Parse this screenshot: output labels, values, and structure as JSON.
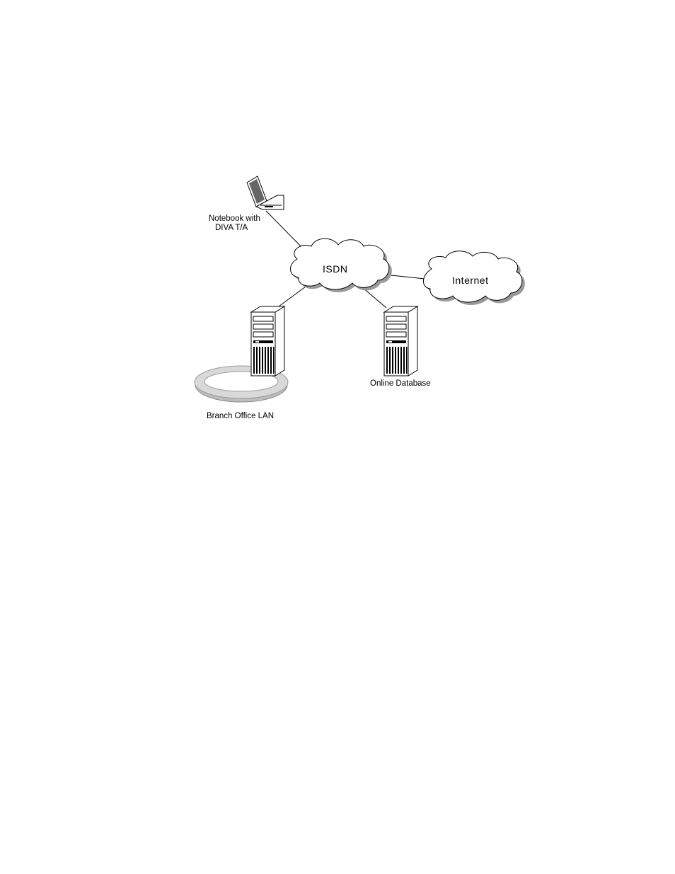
{
  "nodes": {
    "notebook": {
      "label_line1": "Notebook with",
      "label_line2": "DIVA T/A",
      "icon": "laptop-icon"
    },
    "isdn": {
      "label": "ISDN",
      "icon": "cloud-icon"
    },
    "internet": {
      "label": "Internet",
      "icon": "cloud-icon"
    },
    "branch_server": {
      "icon": "tower-server-icon"
    },
    "branch_lan": {
      "label": "Branch Office LAN",
      "icon": "ring-network-icon"
    },
    "online_db": {
      "label": "Online Database",
      "icon": "tower-server-icon"
    }
  },
  "connections": [
    {
      "from": "notebook",
      "to": "isdn"
    },
    {
      "from": "isdn",
      "to": "internet"
    },
    {
      "from": "isdn",
      "to": "branch_server"
    },
    {
      "from": "isdn",
      "to": "online_db"
    }
  ]
}
